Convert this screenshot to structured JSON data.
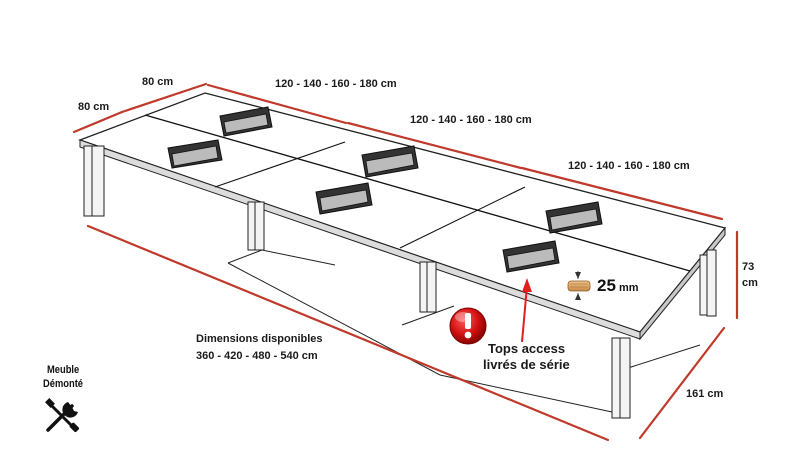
{
  "dimensions": {
    "depth_short": "80 cm",
    "width_short": "80 cm",
    "module_widths_1": "120 - 140 - 160 - 180 cm",
    "module_widths_2": "120 - 140 - 160 - 180 cm",
    "module_widths_3": "120 - 140 - 160 - 180 cm",
    "height_value": "73",
    "height_unit": "cm",
    "total_depth": "161 cm"
  },
  "available": {
    "title": "Dimensions disponibles",
    "values": "360 - 420 - 480 - 540 cm"
  },
  "tops": {
    "line1": "Tops access",
    "line2": "livrés de série",
    "icon": "exclamation-icon"
  },
  "thickness": {
    "value": "25",
    "unit": "mm",
    "icon": "wood-board-icon"
  },
  "assembly": {
    "line1": "Meuble",
    "line2": "Démonté",
    "icon": "tools-icon"
  },
  "colors": {
    "dim_line": "#c0392b",
    "alert_red": "#d01010",
    "wood": "#d9a066"
  }
}
